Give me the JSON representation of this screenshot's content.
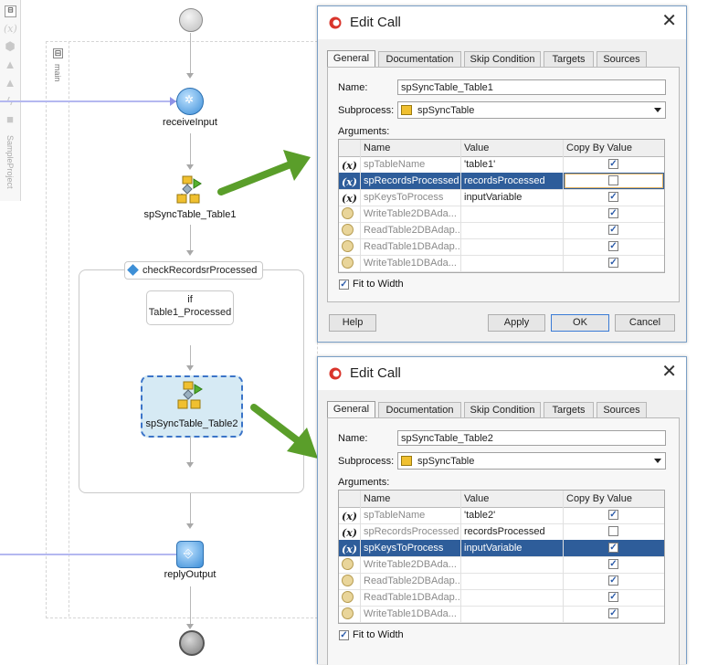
{
  "palette": {
    "collapse": "⊟",
    "project_label": "SampleProject"
  },
  "canvas": {
    "scope_label": "main",
    "scope_toggle": "⊟",
    "nodes": {
      "receive": "receiveInput",
      "call1": "spSyncTable_Table1",
      "switch": "checkRecordsrProcessed",
      "if_line1": "if",
      "if_line2": "Table1_Processed",
      "call2": "spSyncTable_Table2",
      "reply": "replyOutput"
    }
  },
  "dialog1": {
    "title": "Edit Call",
    "close": "✕",
    "tabs": [
      "General",
      "Documentation",
      "Skip Condition",
      "Targets",
      "Sources"
    ],
    "name_label": "Name:",
    "name_value": "spSyncTable_Table1",
    "subprocess_label": "Subprocess:",
    "subprocess_value": "spSyncTable",
    "arguments_label": "Arguments:",
    "columns": [
      "Name",
      "Value",
      "Copy By Value"
    ],
    "rows": [
      {
        "name": "spTableName",
        "value": "'table1'",
        "checked": true
      },
      {
        "name": "spRecordsProcessed",
        "value": "recordsProcessed",
        "checked": false
      },
      {
        "name": "spKeysToProcess",
        "value": "inputVariable",
        "checked": true
      },
      {
        "name": "WriteTable2DBAda...",
        "value": "",
        "checked": true
      },
      {
        "name": "ReadTable2DBAdap...",
        "value": "",
        "checked": true
      },
      {
        "name": "ReadTable1DBAdap...",
        "value": "",
        "checked": true
      },
      {
        "name": "WriteTable1DBAda...",
        "value": "",
        "checked": true
      }
    ],
    "fit_label": "Fit to Width",
    "fit_checked": true,
    "buttons": {
      "help": "Help",
      "apply": "Apply",
      "ok": "OK",
      "cancel": "Cancel"
    }
  },
  "dialog2": {
    "title": "Edit Call",
    "close": "✕",
    "tabs": [
      "General",
      "Documentation",
      "Skip Condition",
      "Targets",
      "Sources"
    ],
    "name_label": "Name:",
    "name_value": "spSyncTable_Table2",
    "subprocess_label": "Subprocess:",
    "subprocess_value": "spSyncTable",
    "arguments_label": "Arguments:",
    "columns": [
      "Name",
      "Value",
      "Copy By Value"
    ],
    "rows": [
      {
        "name": "spTableName",
        "value": "'table2'",
        "checked": true
      },
      {
        "name": "spRecordsProcessed",
        "value": "recordsProcessed",
        "checked": false
      },
      {
        "name": "spKeysToProcess",
        "value": "inputVariable",
        "checked": true
      },
      {
        "name": "WriteTable2DBAda...",
        "value": "",
        "checked": true
      },
      {
        "name": "ReadTable2DBAdap...",
        "value": "",
        "checked": true
      },
      {
        "name": "ReadTable1DBAdap...",
        "value": "",
        "checked": true
      },
      {
        "name": "WriteTable1DBAda...",
        "value": "",
        "checked": true
      }
    ],
    "fit_label": "Fit to Width",
    "fit_checked": true
  },
  "colors": {
    "selection": "#2e5d9a",
    "arrow": "#5a9e2a",
    "flow_line": "#b4b8f0",
    "dialog_border": "#7a9fc6"
  }
}
